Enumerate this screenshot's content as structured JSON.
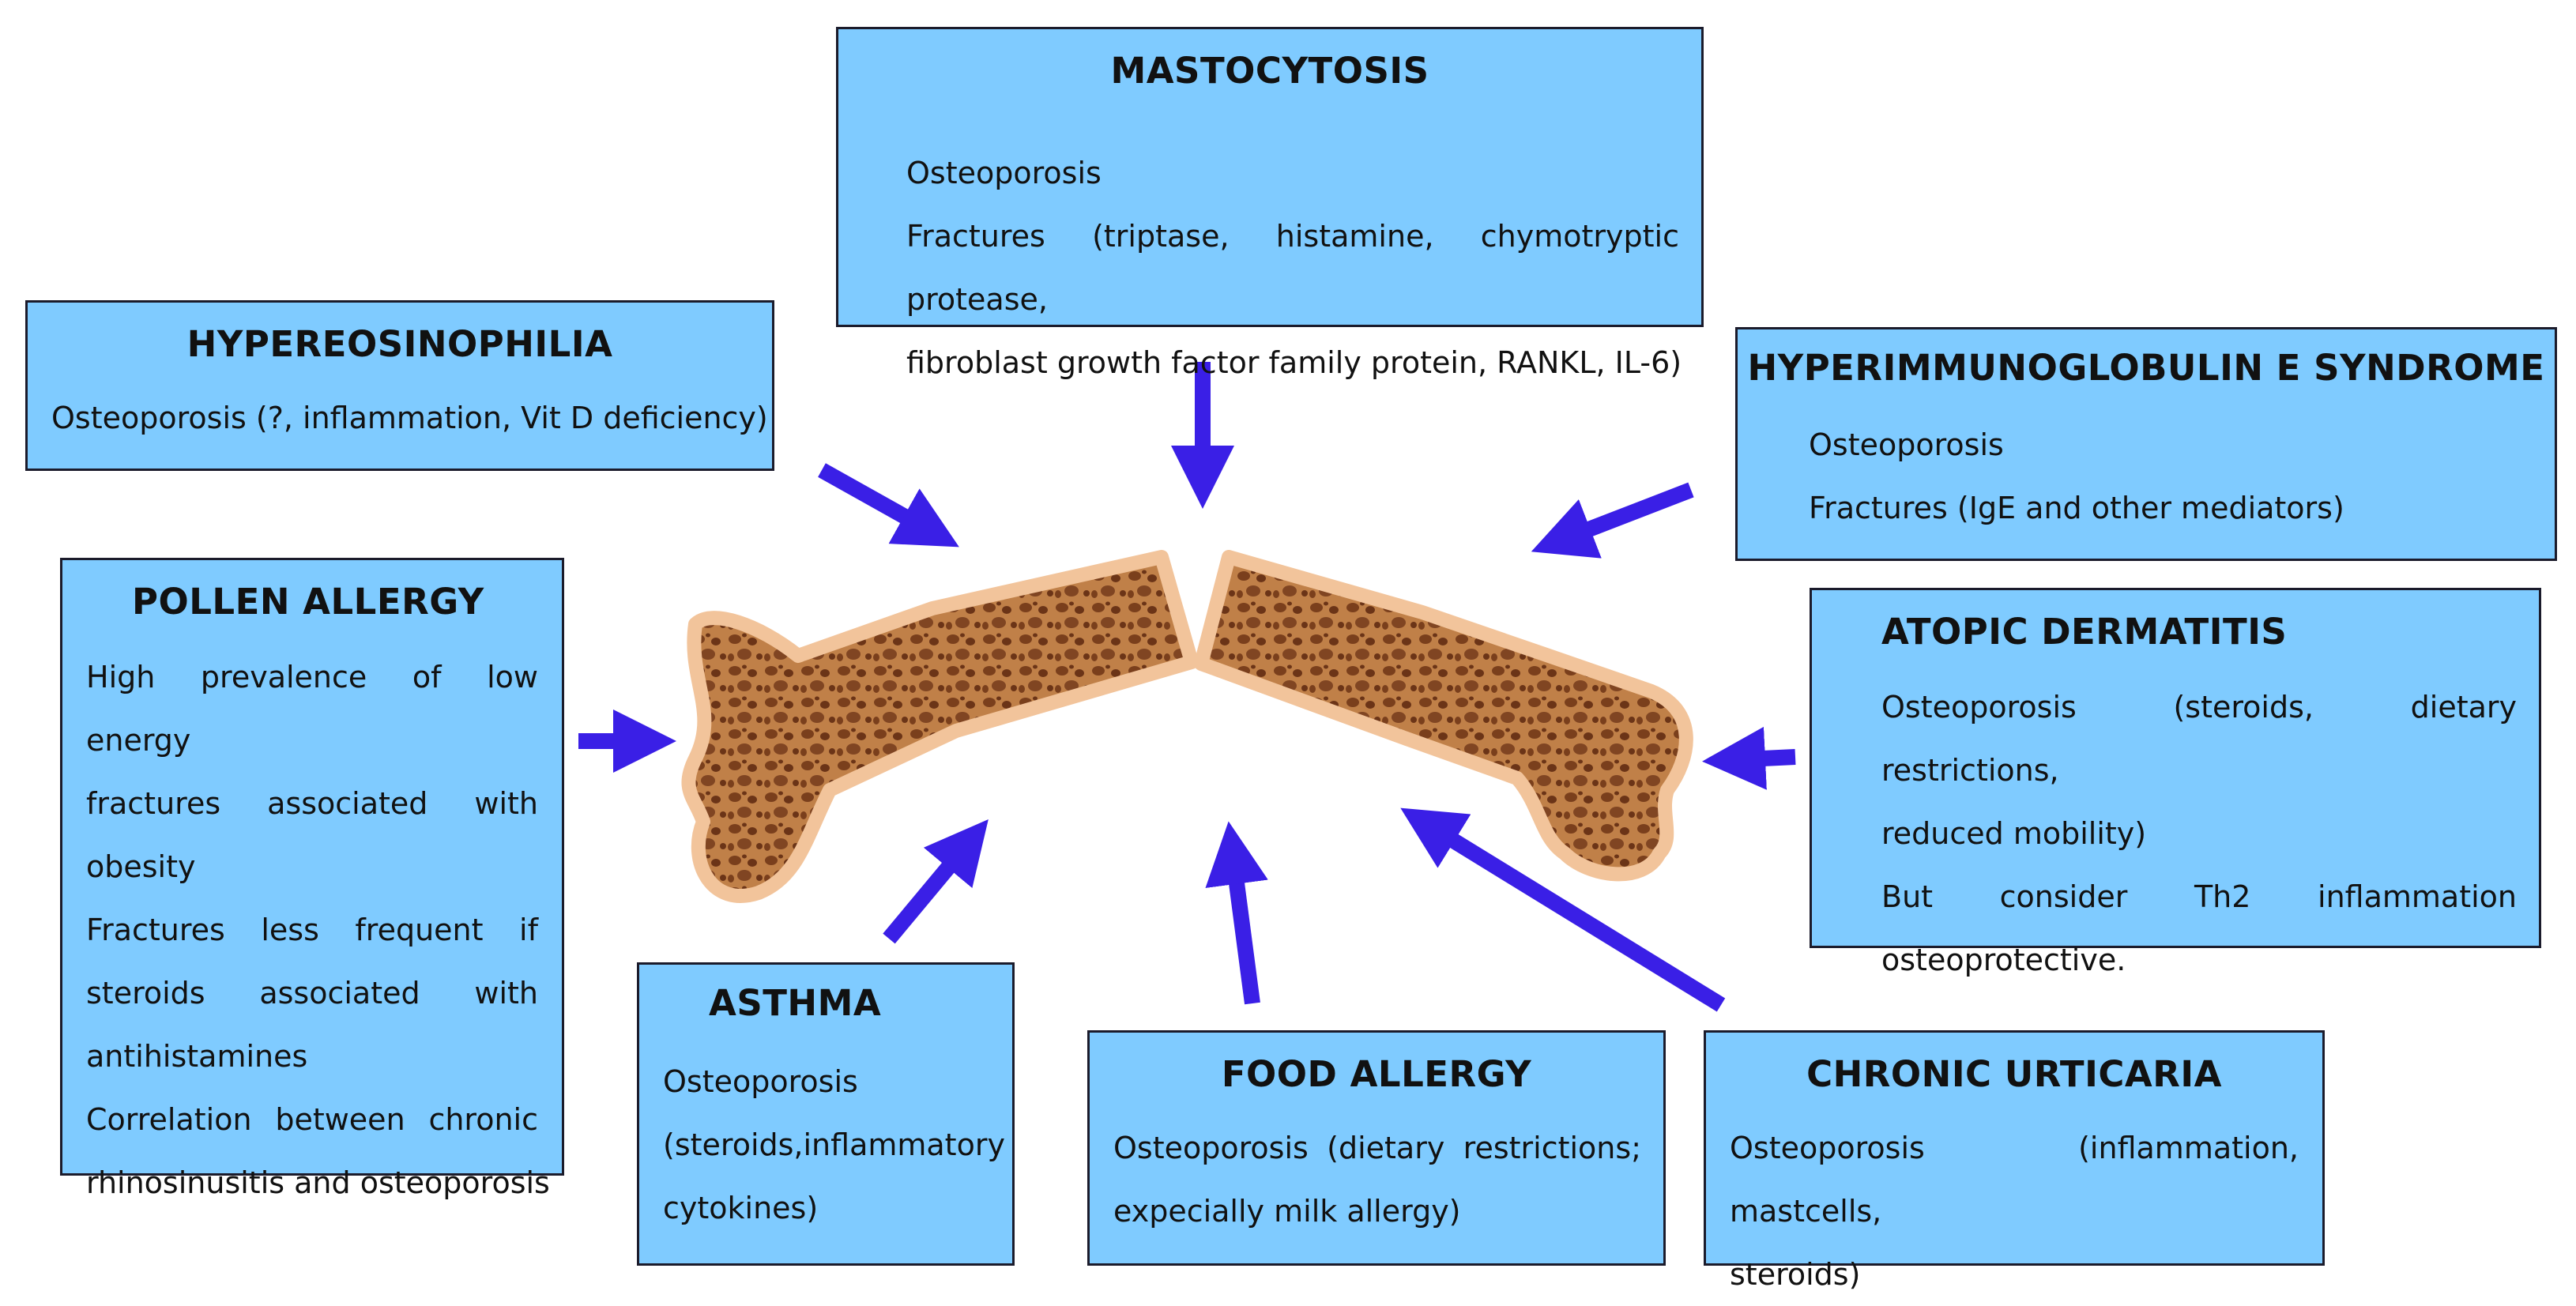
{
  "boxes": {
    "mastocytosis": {
      "title": "MASTOCYTOSIS",
      "lines": [
        "Osteoporosis",
        "Fractures (triptase, histamine, chymotryptic protease,",
        "fibroblast growth factor family protein, RANKL, IL-6)"
      ]
    },
    "hypereosinophilia": {
      "title": "HYPEREOSINOPHILIA",
      "lines": [
        "Osteoporosis (?, inflammation, Vit D deficiency)"
      ]
    },
    "hyperimmunoglobulin": {
      "title": "HYPERIMMUNOGLOBULIN E SYNDROME",
      "lines": [
        "Osteoporosis",
        "Fractures (IgE and other mediators)"
      ]
    },
    "pollen": {
      "title": "POLLEN ALLERGY",
      "lines": [
        "High prevalence of low energy",
        "fractures associated with",
        "obesity",
        "Fractures less frequent if",
        "steroids associated with",
        "antihistamines",
        "Correlation between chronic",
        "rhinosinusitis and osteoporosis"
      ]
    },
    "atopic": {
      "title": "ATOPIC DERMATITIS",
      "lines": [
        "Osteoporosis (steroids, dietary restrictions,",
        "reduced mobility)",
        "But consider Th2 inflammation",
        "osteoprotective."
      ]
    },
    "asthma": {
      "title": "ASTHMA",
      "lines": [
        "Osteoporosis",
        "(steroids,inflammatory",
        "cytokines)"
      ]
    },
    "food": {
      "title": "FOOD ALLERGY",
      "lines": [
        "Osteoporosis (dietary restrictions;",
        "expecially milk allergy)"
      ]
    },
    "urticaria": {
      "title": "CHRONIC URTICARIA",
      "lines": [
        "Osteoporosis (inflammation, mastcells,",
        "steroids)"
      ]
    }
  },
  "colors": {
    "box_fill": "#7fcbff",
    "box_border": "#1b1b2b",
    "arrow": "#3a1fe6",
    "bone_outline": "#f2c49b",
    "bone_fill": "#b8773f"
  },
  "icons": {
    "bone": "broken-bone-icon",
    "arrow": "arrow-icon"
  }
}
